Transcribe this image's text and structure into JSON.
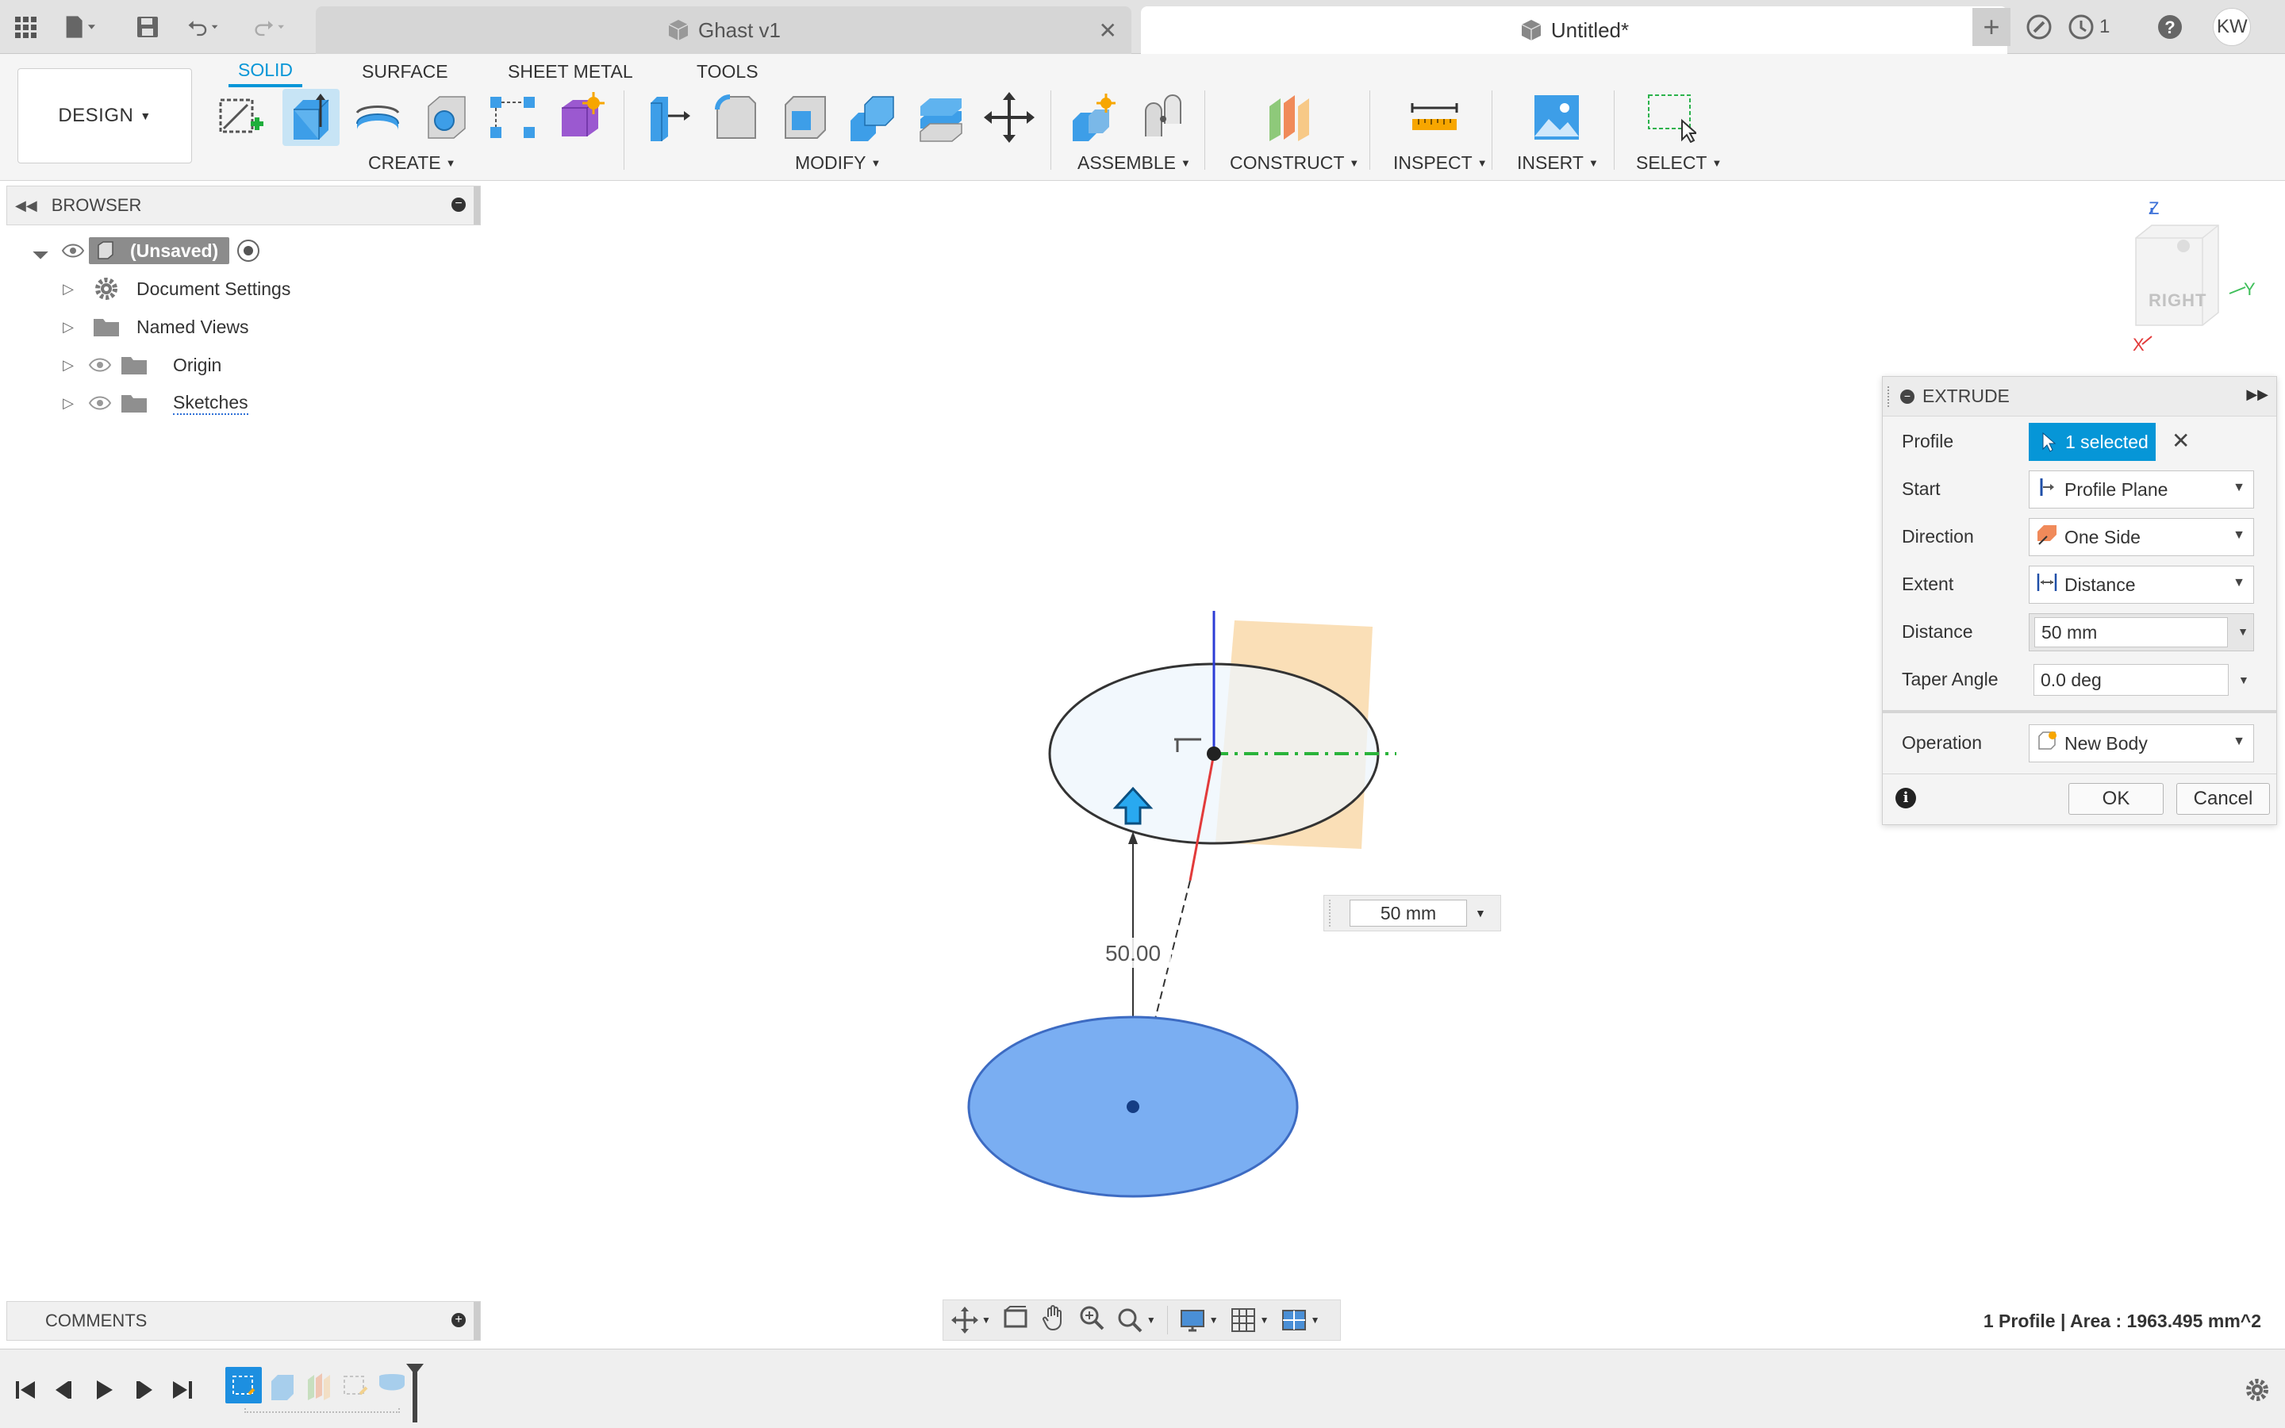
{
  "tabs": [
    {
      "title": "Ghast v1",
      "active": false
    },
    {
      "title": "Untitled*",
      "active": true
    }
  ],
  "top_right": {
    "jobs_count": "1",
    "user_initials": "KW"
  },
  "workspace": {
    "label": "DESIGN"
  },
  "ribbon_tabs": [
    "SOLID",
    "SURFACE",
    "SHEET METAL",
    "TOOLS"
  ],
  "ribbon_groups": {
    "create": "CREATE",
    "modify": "MODIFY",
    "assemble": "ASSEMBLE",
    "construct": "CONSTRUCT",
    "inspect": "INSPECT",
    "insert": "INSERT",
    "select": "SELECT"
  },
  "browser": {
    "title": "BROWSER",
    "root": "(Unsaved)",
    "items": [
      "Document Settings",
      "Named Views",
      "Origin",
      "Sketches"
    ]
  },
  "viewcube": {
    "face": "RIGHT",
    "axes": {
      "z": "Z",
      "x": "X",
      "y": "Y"
    }
  },
  "viewport": {
    "dimension_label": "50.00",
    "distance_input": "50 mm"
  },
  "extrude": {
    "title": "EXTRUDE",
    "profile_label": "Profile",
    "profile_value": "1 selected",
    "start_label": "Start",
    "start_value": "Profile Plane",
    "direction_label": "Direction",
    "direction_value": "One Side",
    "extent_label": "Extent",
    "extent_value": "Distance",
    "distance_label": "Distance",
    "distance_value": "50 mm",
    "taper_label": "Taper Angle",
    "taper_value": "0.0 deg",
    "operation_label": "Operation",
    "operation_value": "New Body",
    "ok": "OK",
    "cancel": "Cancel"
  },
  "comments": {
    "title": "COMMENTS"
  },
  "status": {
    "text": "1 Profile | Area : 1963.495 mm^2"
  },
  "colors": {
    "accent": "#0696d7",
    "profile_fill": "#7aaef2",
    "plane_orange": "#f7c987"
  }
}
